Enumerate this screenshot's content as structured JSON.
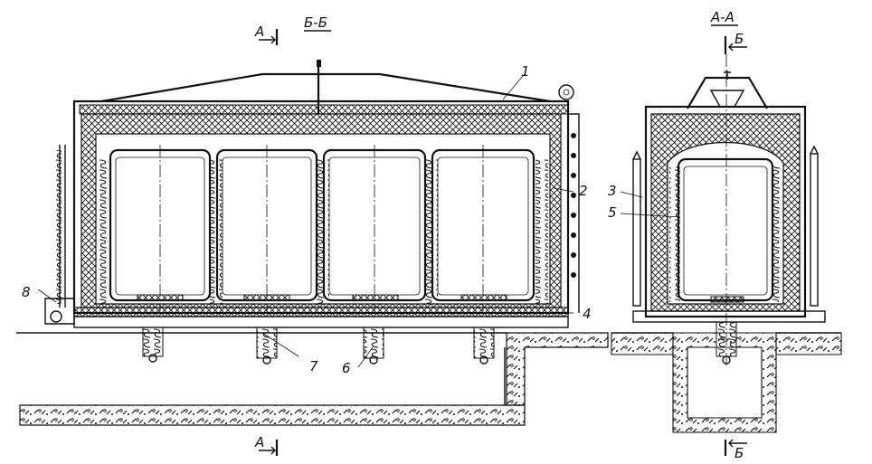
{
  "sections": {
    "left_title": "Б-Б",
    "right_title": "А-А"
  },
  "cut_marks": {
    "a_top": "А",
    "a_bottom": "А",
    "b_top": "Б",
    "b_bottom": "Б"
  },
  "callouts": {
    "c1": "1",
    "c2": "2",
    "c3": "3",
    "c4": "4",
    "c5": "5",
    "c6": "6",
    "c7": "7",
    "c8": "8"
  }
}
